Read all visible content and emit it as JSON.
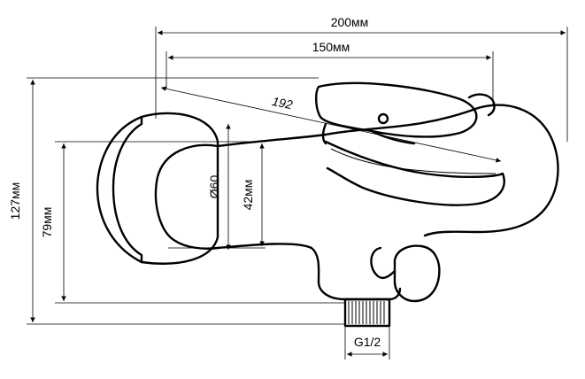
{
  "drawing": {
    "subject": "wall-mounted single-lever bath mixer",
    "stroke_color": "#000000",
    "background_color": "#ffffff"
  },
  "dimensions": {
    "overall_width": "200мм",
    "body_width": "150мм",
    "spout_length": "192",
    "overall_height": "127мм",
    "outlet_height": "79мм",
    "flange_diameter": "Ø60",
    "body_height": "42мм",
    "thread": "G1/2"
  }
}
